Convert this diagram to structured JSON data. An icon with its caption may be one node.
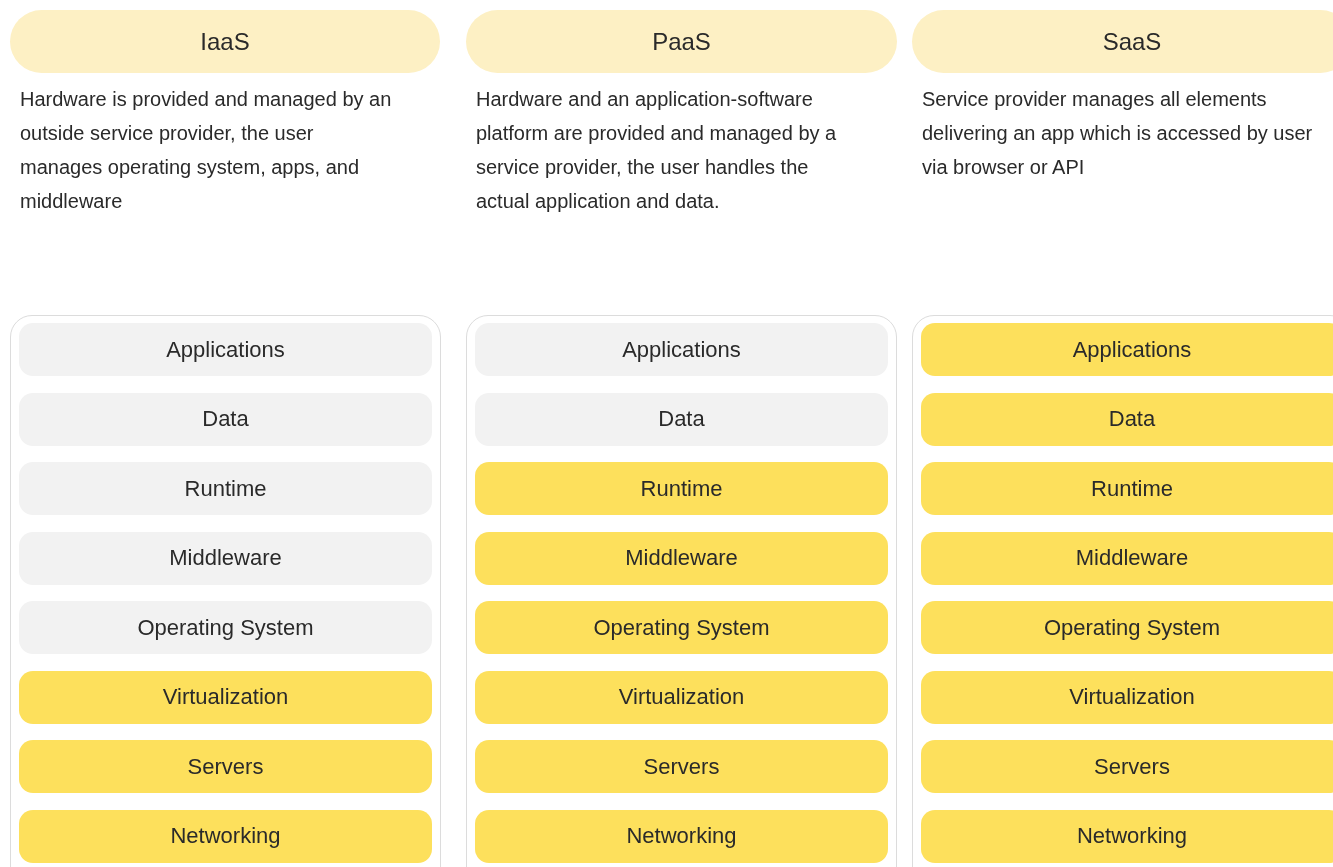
{
  "diagram": {
    "nodes": [
      {
        "text": [
          "IaaS"
        ],
        "beside": [
          "Hardware is provided and managed by an outside service provider, the user manages operating system, apps, and middleware"
        ]
      },
      {
        "text": [
          "PaaS"
        ],
        "beside": [
          "Hardware and an application-software platform are provided and managed by a service provider, the user handles the actual application and data."
        ]
      },
      {
        "text": [
          "SaaS"
        ],
        "beside": [
          "Service provider manages all elements delivering an app which is accessed by user via browser or API"
        ]
      },
      {
        "text": [],
        "shape": "box"
      },
      {
        "text": [
          "Applications"
        ],
        "in": 3
      },
      {
        "text": [
          "Data"
        ],
        "in": 3
      },
      {
        "text": [
          "Runtime"
        ],
        "in": 3
      },
      {
        "text": [
          "Middleware"
        ],
        "in": 3
      },
      {
        "text": [
          "Operating System"
        ],
        "in": 3
      },
      {
        "text": [
          "Virtualization"
        ],
        "in": 3
      },
      {
        "text": [
          "Servers"
        ],
        "in": 3
      },
      {
        "text": [
          "Networking"
        ],
        "in": 3
      },
      {
        "text": [],
        "shape": "box"
      },
      {
        "text": [
          "Applications"
        ],
        "in": 12
      },
      {
        "text": [
          "Data"
        ],
        "in": 12
      },
      {
        "text": [
          "Runtime"
        ],
        "in": 12
      },
      {
        "text": [
          "Middleware"
        ],
        "in": 12
      },
      {
        "text": [
          "Operating System"
        ],
        "in": 12
      },
      {
        "text": [
          "Virtualization"
        ],
        "in": 12
      },
      {
        "text": [
          "Servers"
        ],
        "in": 12
      },
      {
        "text": [
          "Networking"
        ],
        "in": 12
      },
      {
        "text": [],
        "shape": "box"
      },
      {
        "text": [
          "Applications"
        ],
        "in": 21
      },
      {
        "text": [
          "Data"
        ],
        "in": 21
      },
      {
        "text": [
          "Runtime"
        ],
        "in": 21
      },
      {
        "text": [
          "Middleware"
        ],
        "in": 21
      },
      {
        "text": [
          "Operating System"
        ],
        "in": 21
      },
      {
        "text": [
          "Virtualization"
        ],
        "in": 21
      },
      {
        "text": [
          "Servers"
        ],
        "in": 21
      },
      {
        "text": [
          "Networking"
        ],
        "in": 21
      }
    ]
  }
}
